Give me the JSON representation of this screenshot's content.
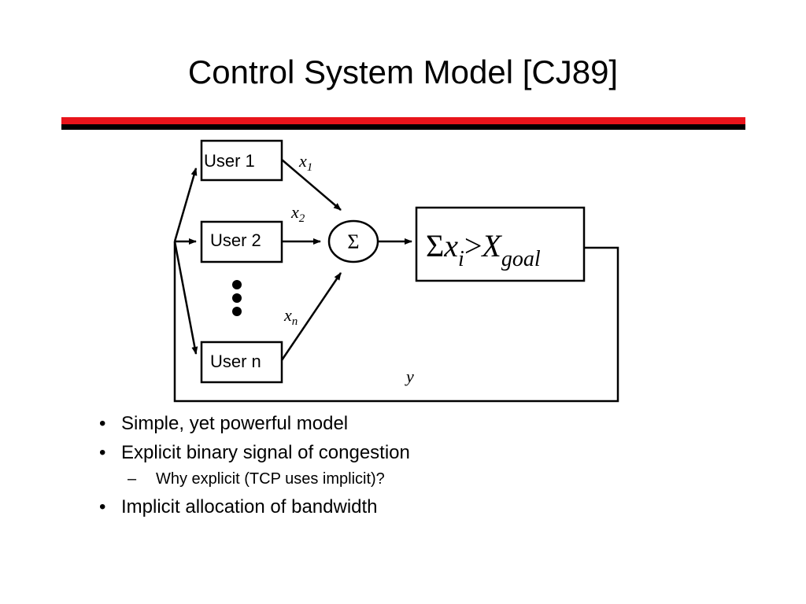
{
  "title": "Control System Model [CJ89]",
  "colors": {
    "rule_top": "#e8141b",
    "rule_bottom": "#000000"
  },
  "diagram": {
    "users": [
      "User 1",
      "User 2",
      "User n"
    ],
    "inputs": [
      {
        "base": "x",
        "sub": "1"
      },
      {
        "base": "x",
        "sub": "2"
      },
      {
        "base": "x",
        "sub": "n"
      }
    ],
    "summer_symbol": "Σ",
    "condition": {
      "sigma": "Σ",
      "x": "x",
      "x_sub": "i",
      "op": ">",
      "X": "X",
      "X_sub": "goal"
    },
    "feedback_label": "y"
  },
  "bullets": [
    {
      "text": "Simple, yet powerful model",
      "subs": []
    },
    {
      "text": "Explicit binary signal of congestion",
      "subs": [
        "Why explicit (TCP uses implicit)?"
      ]
    },
    {
      "text": "Implicit allocation of bandwidth",
      "subs": []
    }
  ],
  "bullet_marker": "•",
  "sub_marker": "–"
}
